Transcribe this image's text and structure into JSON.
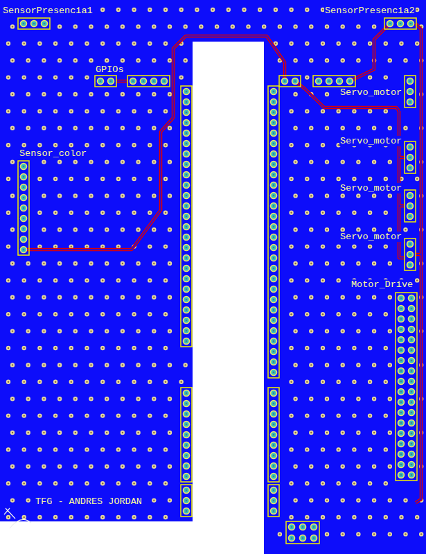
{
  "diagram": {
    "labels": [
      "SensorPresencia1",
      "SensorPresencia2",
      "GPIOs",
      "Servo_motor",
      "Servo_motor",
      "Sensor_color",
      "Servo_motor",
      "Servo_motor",
      "Motor_Drive",
      "TFG - ANDRES JORDAN"
    ]
  }
}
